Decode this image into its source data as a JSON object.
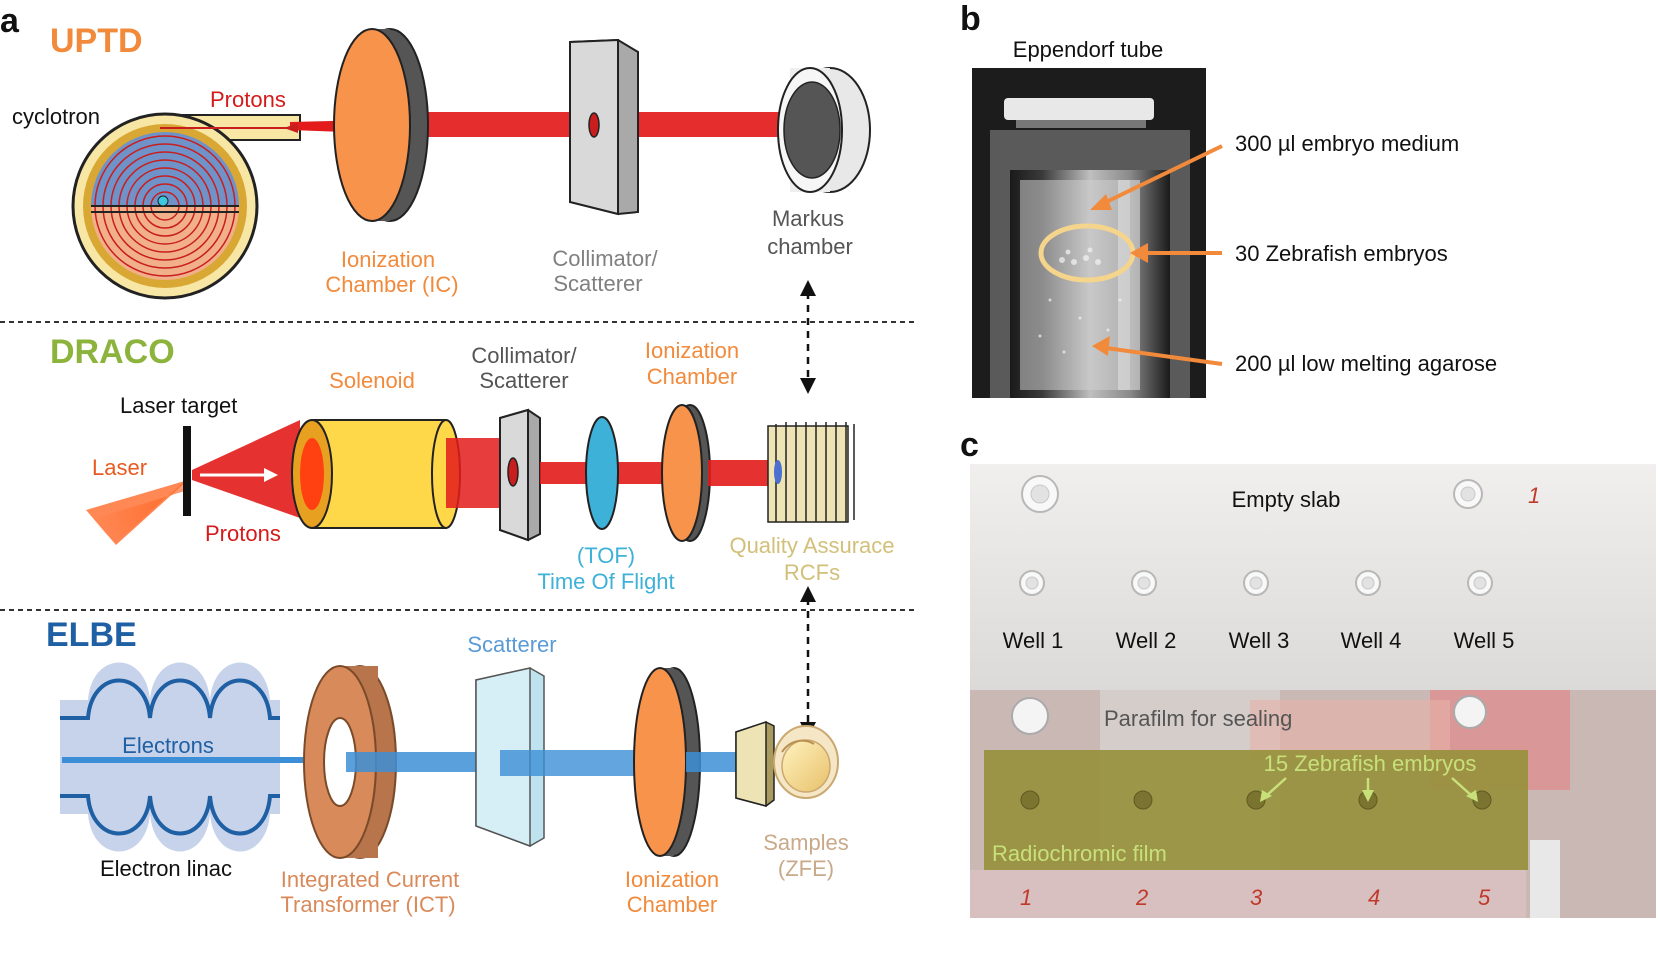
{
  "panel_a": {
    "letter": "a",
    "colors": {
      "uptd": "#f28a3c",
      "draco": "#8cb43c",
      "elbe": "#1f5fa3",
      "proton_beam": "#e01818",
      "electron_beam": "#3c8fd6",
      "ionization_chamber": "#f7934a",
      "tof": "#3eb1d8",
      "qa": "#d2c07a",
      "scatterer": "#5b9bd5",
      "ict": "#d98a5a",
      "samples": "#c9a98a"
    },
    "uptd": {
      "title": "UPTD",
      "cyclotron": "cyclotron",
      "protons": "Protons",
      "ic_line1": "Ionization",
      "ic_line2": "Chamber (IC)",
      "coll_line1": "Collimator/",
      "coll_line2": "Scatterer",
      "markus_line1": "Markus",
      "markus_line2": "chamber"
    },
    "draco": {
      "title": "DRACO",
      "laser_target": "Laser target",
      "laser": "Laser",
      "protons": "Protons",
      "solenoid": "Solenoid",
      "coll_line1": "Collimator/",
      "coll_line2": "Scatterer",
      "tof_line1": "(TOF)",
      "tof_line2": "Time Of Flight",
      "ic_line1": "Ionization",
      "ic_line2": "Chamber",
      "qa_line1": "Quality Assurace",
      "qa_line2": "RCFs"
    },
    "elbe": {
      "title": "ELBE",
      "electrons": "Electrons",
      "linac": "Electron linac",
      "ict_line1": "Integrated Current",
      "ict_line2": "Transformer (ICT)",
      "scatterer": "Scatterer",
      "ic_line1": "Ionization",
      "ic_line2": "Chamber",
      "samples_line1": "Samples",
      "samples_line2": "(ZFE)"
    }
  },
  "panel_b": {
    "letter": "b",
    "photo_title": "Eppendorf tube",
    "annotation_color": "#f28a3c",
    "annotations": [
      "300 µl embryo medium",
      "30 Zebrafish embryos",
      "200 µl low melting agarose"
    ]
  },
  "panel_c": {
    "letter": "c",
    "slab_label": "Empty slab",
    "corner_mark": "1",
    "wells": [
      "Well 1",
      "Well 2",
      "Well 3",
      "Well 4",
      "Well 5"
    ],
    "parafilm": "Parafilm for sealing",
    "embryos": "15 Zebrafish embryos",
    "film": "Radiochromic film",
    "film_text_color": "#c8e07a",
    "film_numbers": [
      "1",
      "2",
      "3",
      "4",
      "5"
    ]
  }
}
